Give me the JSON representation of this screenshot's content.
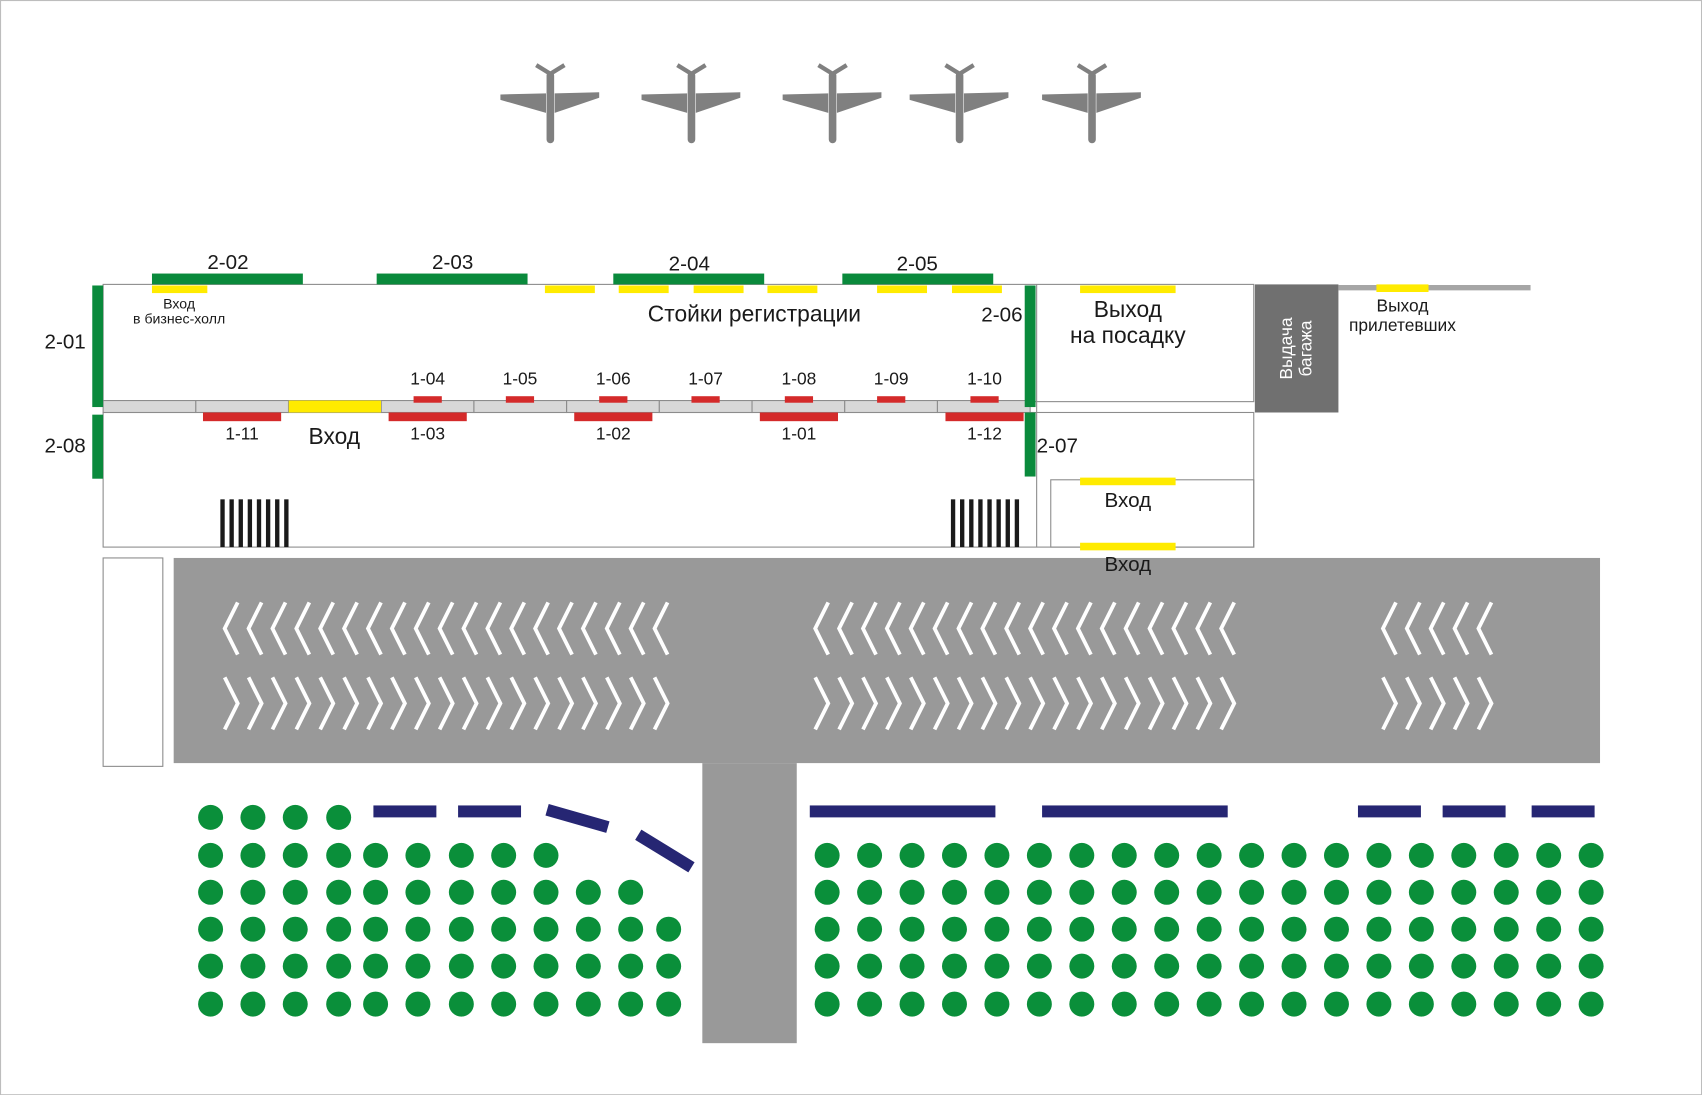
{
  "colors": {
    "gate": "#0a8a3c",
    "counter": "#d42a2a",
    "door": "#ffeb00",
    "road": "#999999",
    "parking": "#0a8f3a",
    "barrier": "#262673",
    "plane": "#808080",
    "baggage": "#707070"
  },
  "icons": {
    "plane": "airplane-icon",
    "stairs": "stairs-icon",
    "chevron": "chevron-icon",
    "parking": "parking-spot-icon"
  },
  "labels": {
    "gate_201": "2-01",
    "gate_202": "2-02",
    "gate_203": "2-03",
    "gate_204": "2-04",
    "gate_205": "2-05",
    "gate_206": "2-06",
    "gate_207": "2-07",
    "gate_208": "2-08",
    "desk_101": "1-01",
    "desk_102": "1-02",
    "desk_103": "1-03",
    "desk_104": "1-04",
    "desk_105": "1-05",
    "desk_106": "1-06",
    "desk_107": "1-07",
    "desk_108": "1-08",
    "desk_109": "1-09",
    "desk_110": "1-10",
    "desk_111": "1-11",
    "desk_112": "1-12",
    "checkin": "Стойки регистрации",
    "business_entry_1": "Вход",
    "business_entry_2": "в бизнес-холл",
    "boarding_1": "Выход",
    "boarding_2": "на посадку",
    "baggage_1": "Выдача",
    "baggage_2": "багажа",
    "arrivals_1": "Выход",
    "arrivals_2": "прилетевших",
    "entry_main": "Вход",
    "entry_east_1": "Вход",
    "entry_east_2": "Вход"
  }
}
